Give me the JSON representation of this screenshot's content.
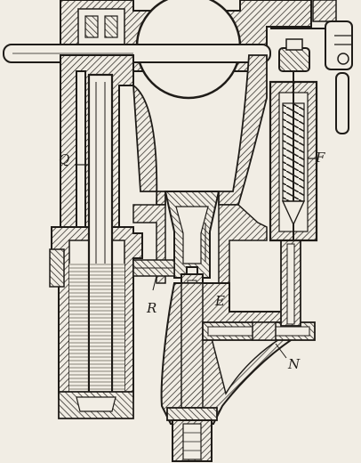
{
  "figure": {
    "labels": {
      "q": "Q",
      "f": "F",
      "r": "R",
      "e": "E",
      "n": "N"
    },
    "colors": {
      "ink": "#1f1c18",
      "paper": "#f1ede4",
      "fuel": "#cfc9bd",
      "hatch": "#1f1c18"
    }
  }
}
